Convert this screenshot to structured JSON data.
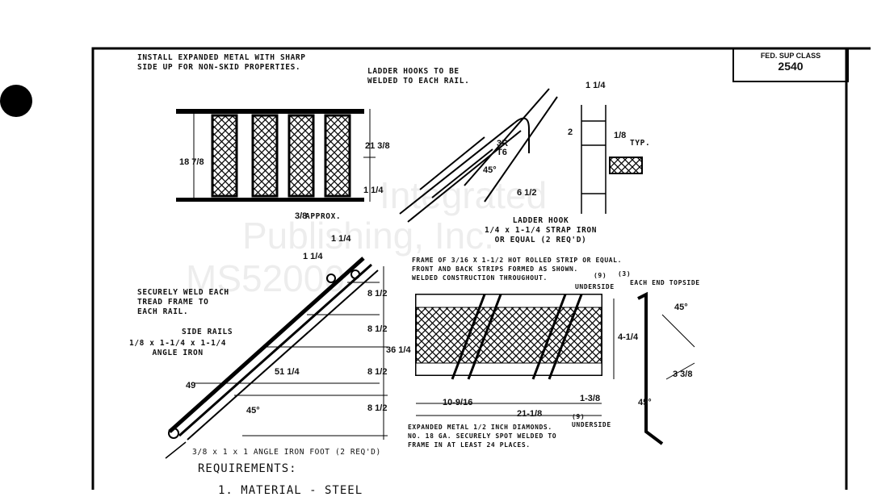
{
  "watermark": "Integrated Publishing, Inc. MS52000",
  "title_block": {
    "label": "FED. SUP CLASS",
    "value": "2540"
  },
  "notes": {
    "install": "INSTALL EXPANDED METAL WITH SHARP\nSIDE UP FOR NON-SKID PROPERTIES.",
    "hooks_welded": "LADDER HOOKS TO BE\nWELDED TO EACH RAIL.",
    "ladder_hook": "LADDER HOOK\n1/4 x 1-1/4 STRAP IRON\nOR EQUAL (2 REQ'D)",
    "frame": "FRAME OF 3/16 X 1-1/2 HOT ROLLED STRIP OR EQUAL.\nFRONT AND BACK STRIPS FORMED AS SHOWN.\nWELDED CONSTRUCTION THROUGHOUT.",
    "weld_tread": "SECURELY WELD EACH\nTREAD FRAME TO\nEACH RAIL.",
    "side_rails": "SIDE RAILS",
    "side_rails_spec": "1/8 x 1-1/4 x 1-1/4\nANGLE IRON",
    "foot": "3/8 x 1 x 1 ANGLE IRON FOOT (2 REQ'D)",
    "expanded_metal": "EXPANDED METAL 1/2 INCH DIAMONDS.\nNO. 18 GA. SECURELY SPOT WELDED TO\nFRAME IN AT LEAST 24 PLACES.",
    "underside_top": "UNDERSIDE",
    "each_end": "EACH END TOPSIDE",
    "underside_bottom": "UNDERSIDE",
    "count9_top": "(9)",
    "count3": "(3)",
    "count9_bottom": "(9)",
    "approx": "APPROX.",
    "typ": "TYP."
  },
  "dimensions": {
    "d18_7_8": "18 7/8",
    "d21_3_8": "21 3/8",
    "d1_1_4a": "1 1/4",
    "d3_8": "3/8",
    "d1_1_4b": "1 1/4",
    "d1_1_4c": "1 1/4",
    "d1_1_4d": "1 1/4",
    "d3R": "3R",
    "dT6": "T6",
    "d2": "2",
    "d45a": "45°",
    "d6_1_2": "6 1/2",
    "d1_8": "1/8",
    "d8_1_2a": "8 1/2",
    "d8_1_2b": "8 1/2",
    "d8_1_2c": "8 1/2",
    "d8_1_2d": "8 1/2",
    "d36_1_4": "36 1/4",
    "d51_1_4": "51 1/4",
    "d49": "49",
    "d45b": "45°",
    "d4_1_4": "4-1/4",
    "d10_9_16": "10-9/16",
    "d21_1_8": "21-1/8",
    "d1_3_8": "1-3/8",
    "d45c": "45°",
    "d3_3_8": "3 3/8",
    "d45d": "45°"
  },
  "requirements": {
    "heading": "REQUIREMENTS:",
    "item1": "1. MATERIAL - STEEL"
  }
}
